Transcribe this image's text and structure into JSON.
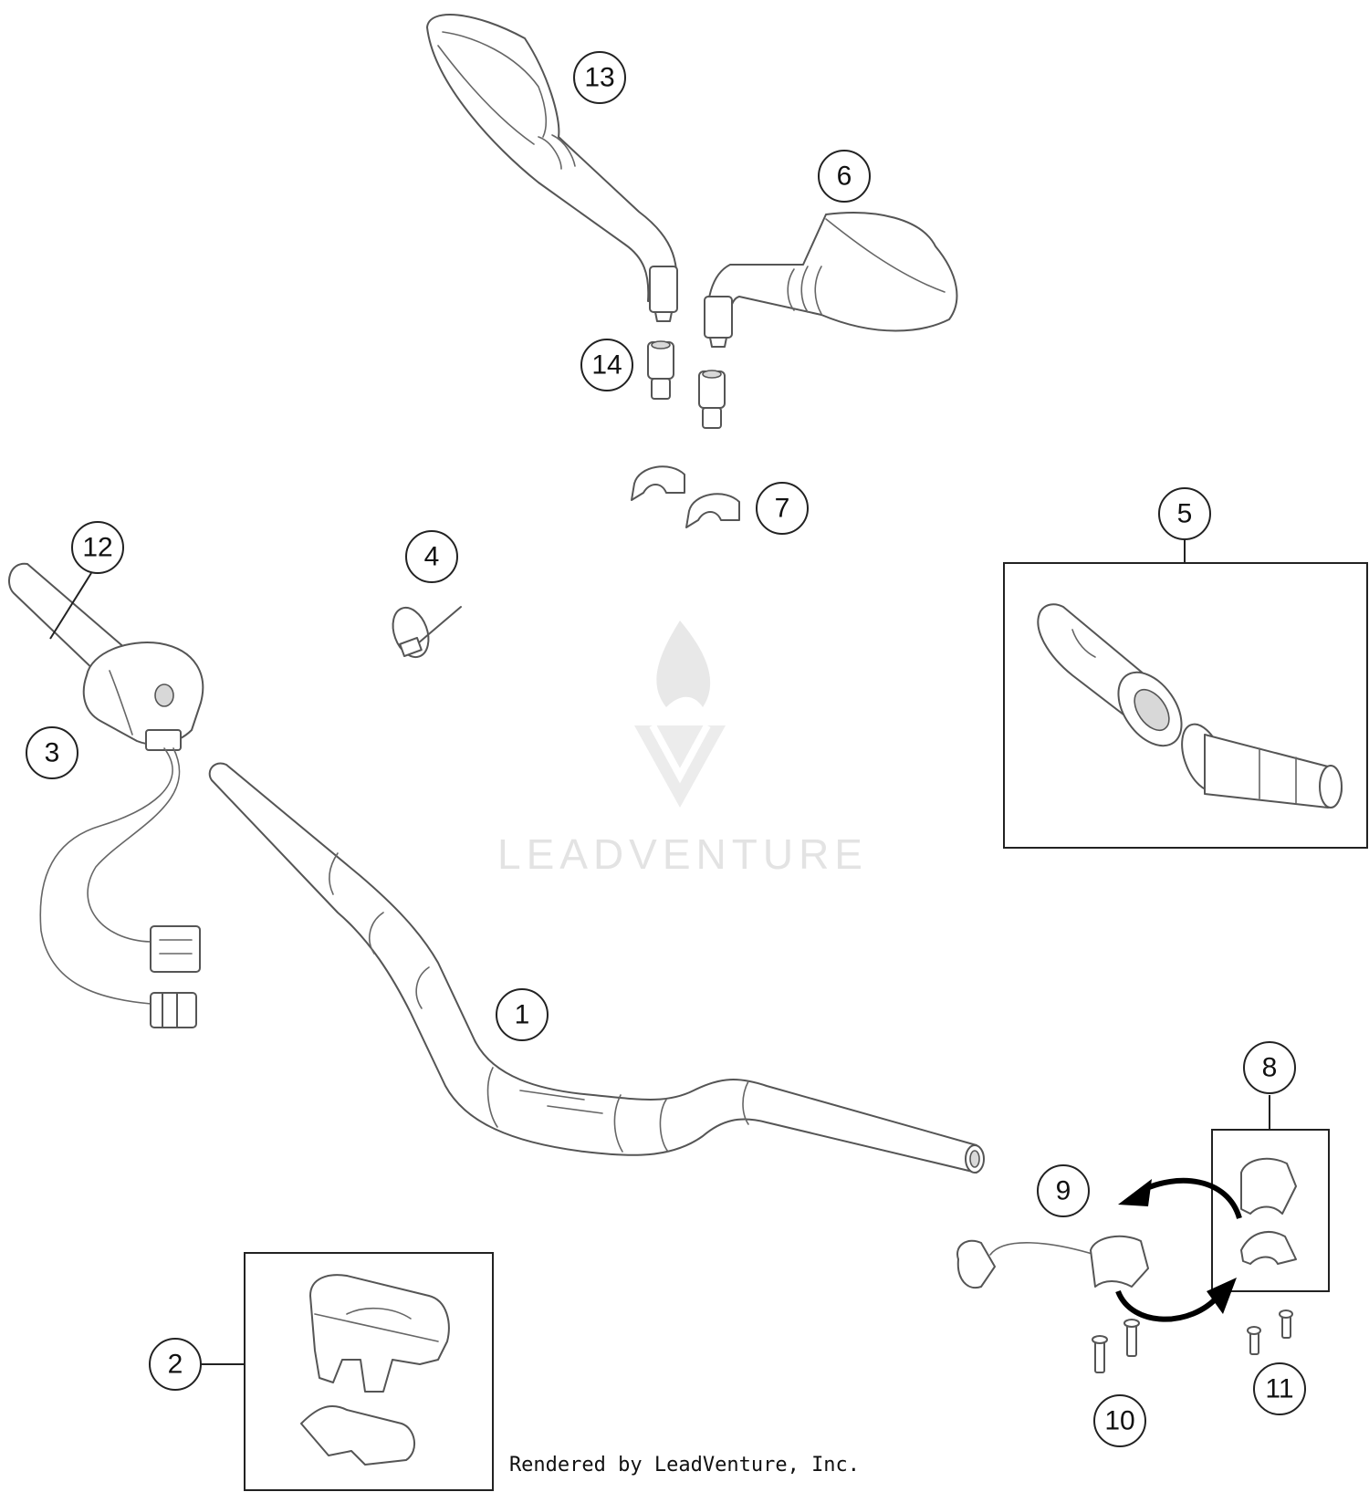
{
  "callouts": [
    {
      "id": "1",
      "label": "1"
    },
    {
      "id": "2",
      "label": "2"
    },
    {
      "id": "3",
      "label": "3"
    },
    {
      "id": "4",
      "label": "4"
    },
    {
      "id": "5",
      "label": "5"
    },
    {
      "id": "6",
      "label": "6"
    },
    {
      "id": "7",
      "label": "7"
    },
    {
      "id": "8",
      "label": "8"
    },
    {
      "id": "9",
      "label": "9"
    },
    {
      "id": "10",
      "label": "10"
    },
    {
      "id": "11",
      "label": "11"
    },
    {
      "id": "12",
      "label": "12"
    },
    {
      "id": "13",
      "label": "13"
    },
    {
      "id": "14",
      "label": "14"
    }
  ],
  "watermark": {
    "text": "LEADVENTURE"
  },
  "footer": {
    "credit": "Rendered by LeadVenture, Inc."
  },
  "colors": {
    "line": "#555555",
    "callout": "#222222",
    "watermark": "#e3e3e3"
  }
}
